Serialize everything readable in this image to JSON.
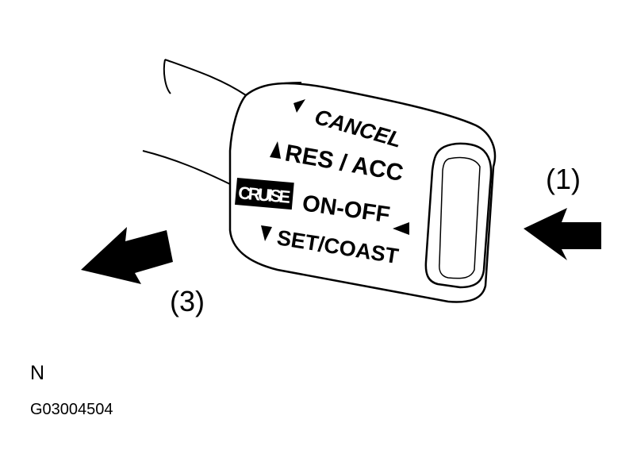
{
  "lever": {
    "cancel": "CANCEL",
    "res_acc": "RES / ACC",
    "cruise": "CRUISE",
    "on_off": "ON-OFF",
    "set_coast": "SET/COAST"
  },
  "callouts": {
    "one": "(1)",
    "three": "(3)"
  },
  "footer": {
    "n": "N",
    "code": "G03004504"
  }
}
